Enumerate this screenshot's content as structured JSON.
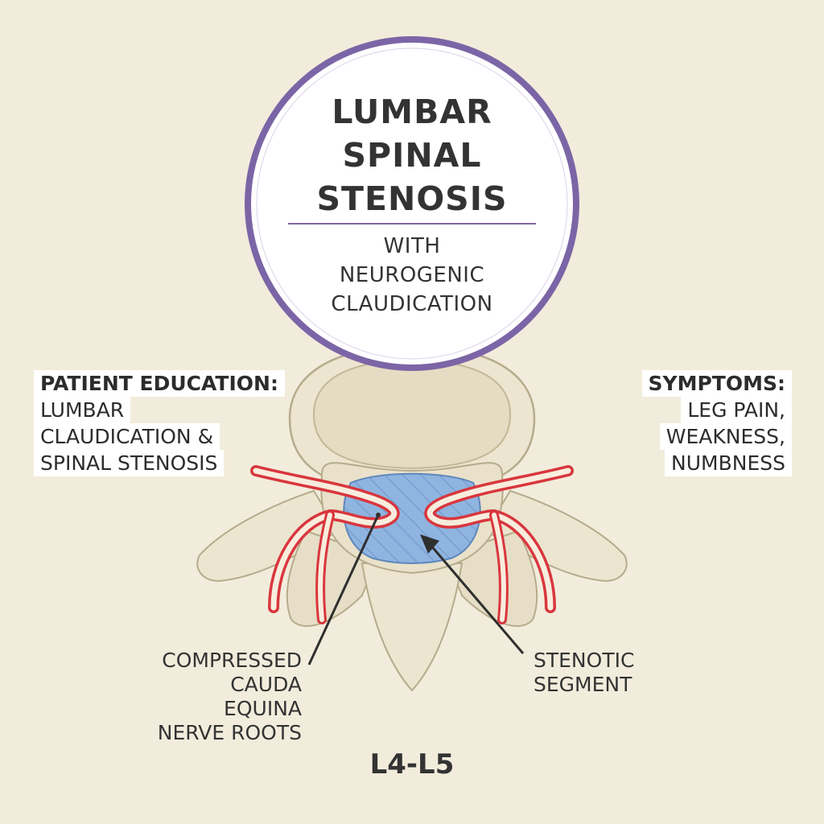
{
  "title": {
    "main_lines": [
      "LUMBAR",
      "SPINAL",
      "STENOSIS"
    ],
    "sub_lines": [
      "WITH",
      "NEUROGENIC",
      "CLAUDICATION"
    ]
  },
  "education": {
    "heading": "PATIENT EDUCATION:",
    "lines": [
      "LUMBAR",
      "CLAUDICATION &",
      "SPINAL STENOSIS"
    ]
  },
  "symptoms": {
    "heading": "SYMPTOMS:",
    "lines": [
      "LEG PAIN,",
      "WEAKNESS,",
      "NUMBNESS"
    ]
  },
  "callouts": {
    "cauda_lines": [
      "COMPRESSED",
      "CAUDA EQUINA",
      "NERVE ROOTS"
    ],
    "stenotic_lines": [
      "STENOTIC",
      "SEGMENT"
    ]
  },
  "level_label": "L4-L5",
  "colors": {
    "background": "#f2ecdc",
    "bone": "#ece5cf",
    "bone_outline": "#b6ab8c",
    "canal": "#8fb4e0",
    "nerve": "#d9363e",
    "ring": "#7c65a6",
    "text": "#333333"
  }
}
